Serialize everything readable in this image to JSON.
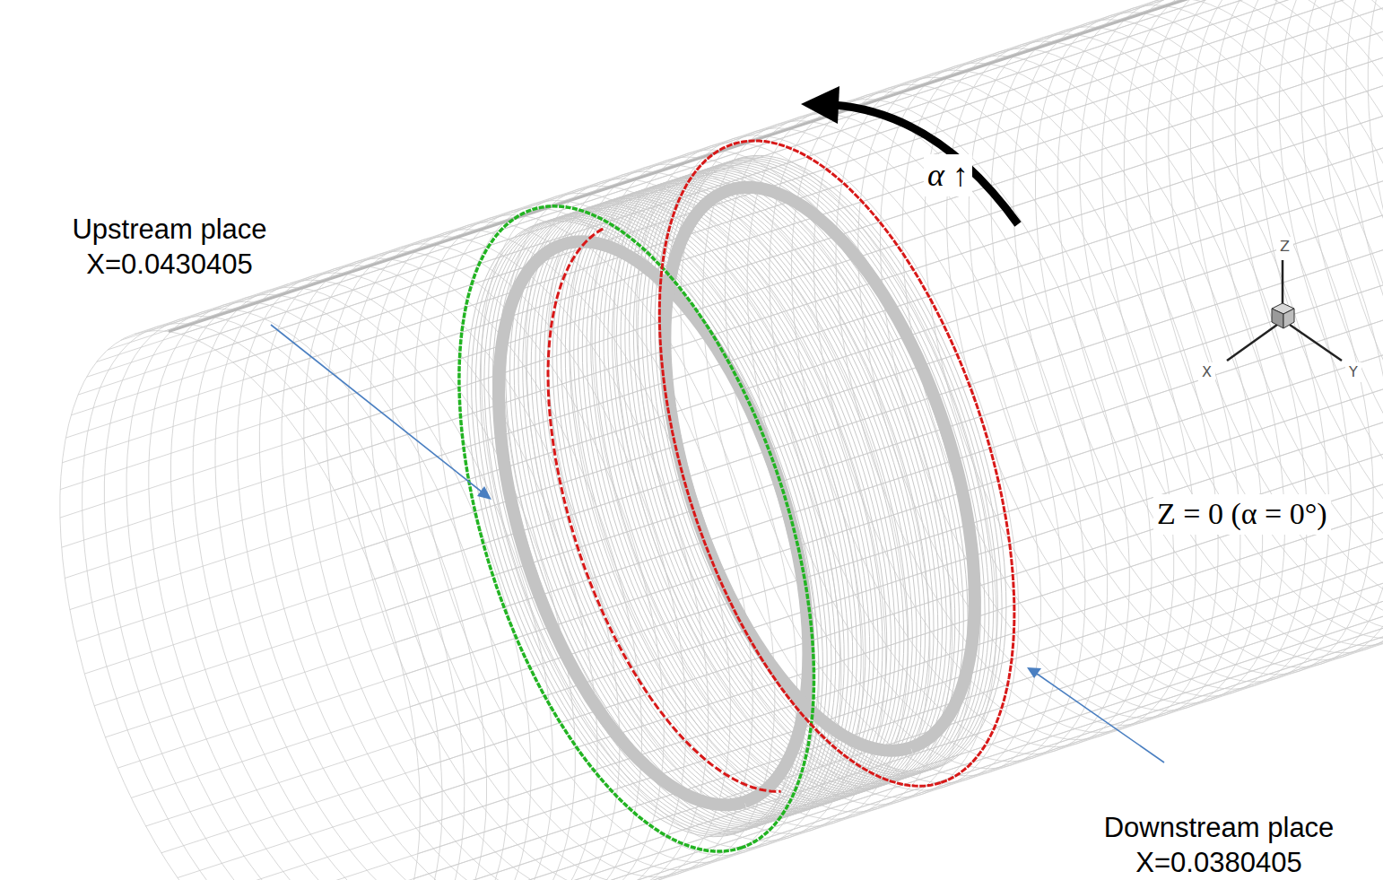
{
  "diagram": {
    "labels": [
      "Upstream place X=0.0430405",
      "Downstream place X=0.0380405",
      "α ↑",
      "Z = 0 (α = 0°)",
      "Z",
      "X",
      "Y"
    ]
  }
}
